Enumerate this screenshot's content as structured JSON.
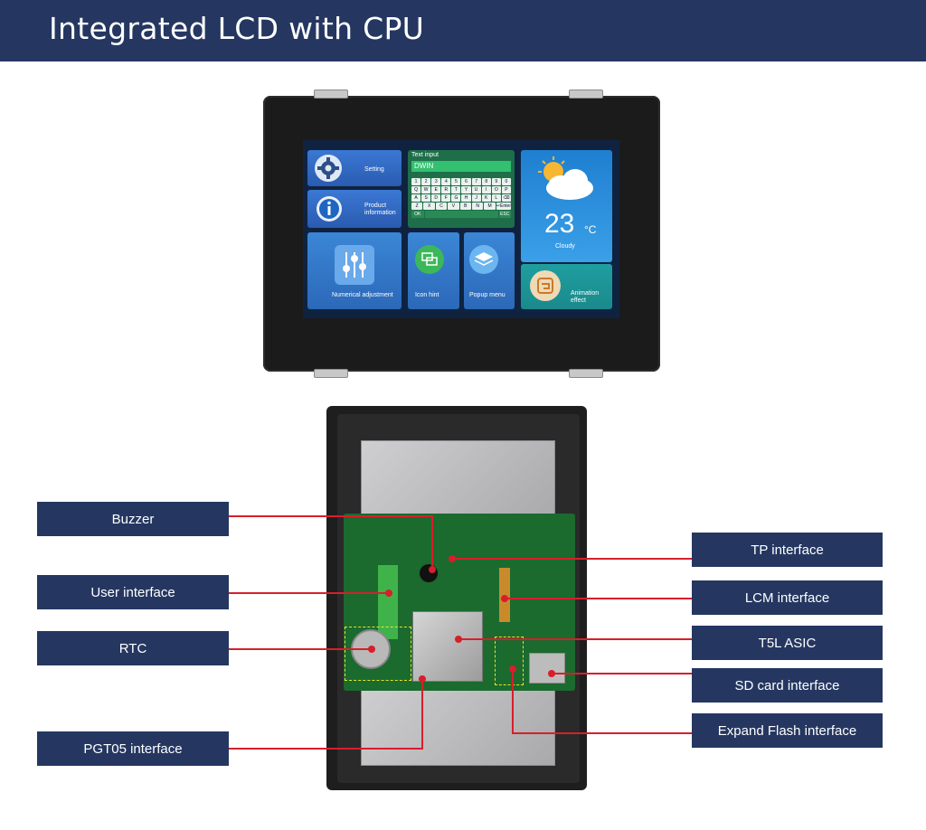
{
  "title": "Integrated LCD with CPU",
  "screen": {
    "setting": "Setting",
    "product": "Product information",
    "text_input_label": "Text input",
    "text_input_value": "DWIN",
    "key_rows": [
      [
        "1",
        "2",
        "3",
        "4",
        "5",
        "6",
        "7",
        "8",
        "9",
        "0"
      ],
      [
        "Q",
        "W",
        "E",
        "R",
        "T",
        "Y",
        "U",
        "I",
        "O",
        "P"
      ],
      [
        "A",
        "S",
        "D",
        "F",
        "G",
        "H",
        "J",
        "K",
        "L",
        "⌫"
      ],
      [
        "Z",
        "X",
        "C",
        "V",
        "B",
        "N",
        "M",
        "↵Enter"
      ],
      [
        "OK",
        "",
        "ESC"
      ]
    ],
    "temperature": "23",
    "temperature_unit": "°C",
    "weather": "Cloudy",
    "numerical": "Numerical adjustment",
    "icon_hint": "Icon hint",
    "popup_menu": "Popup menu",
    "animation": "Animation effect"
  },
  "callouts": {
    "buzzer": "Buzzer",
    "user_interface": "User interface",
    "rtc": "RTC",
    "pgt05": "PGT05 interface",
    "tp": "TP interface",
    "lcm": "LCM interface",
    "t5l": "T5L ASIC",
    "sd": "SD card interface",
    "flash": "Expand Flash interface"
  },
  "colors": {
    "header_bg": "#253761",
    "callout_bg": "#253761",
    "leader_line": "#d71f2b"
  }
}
